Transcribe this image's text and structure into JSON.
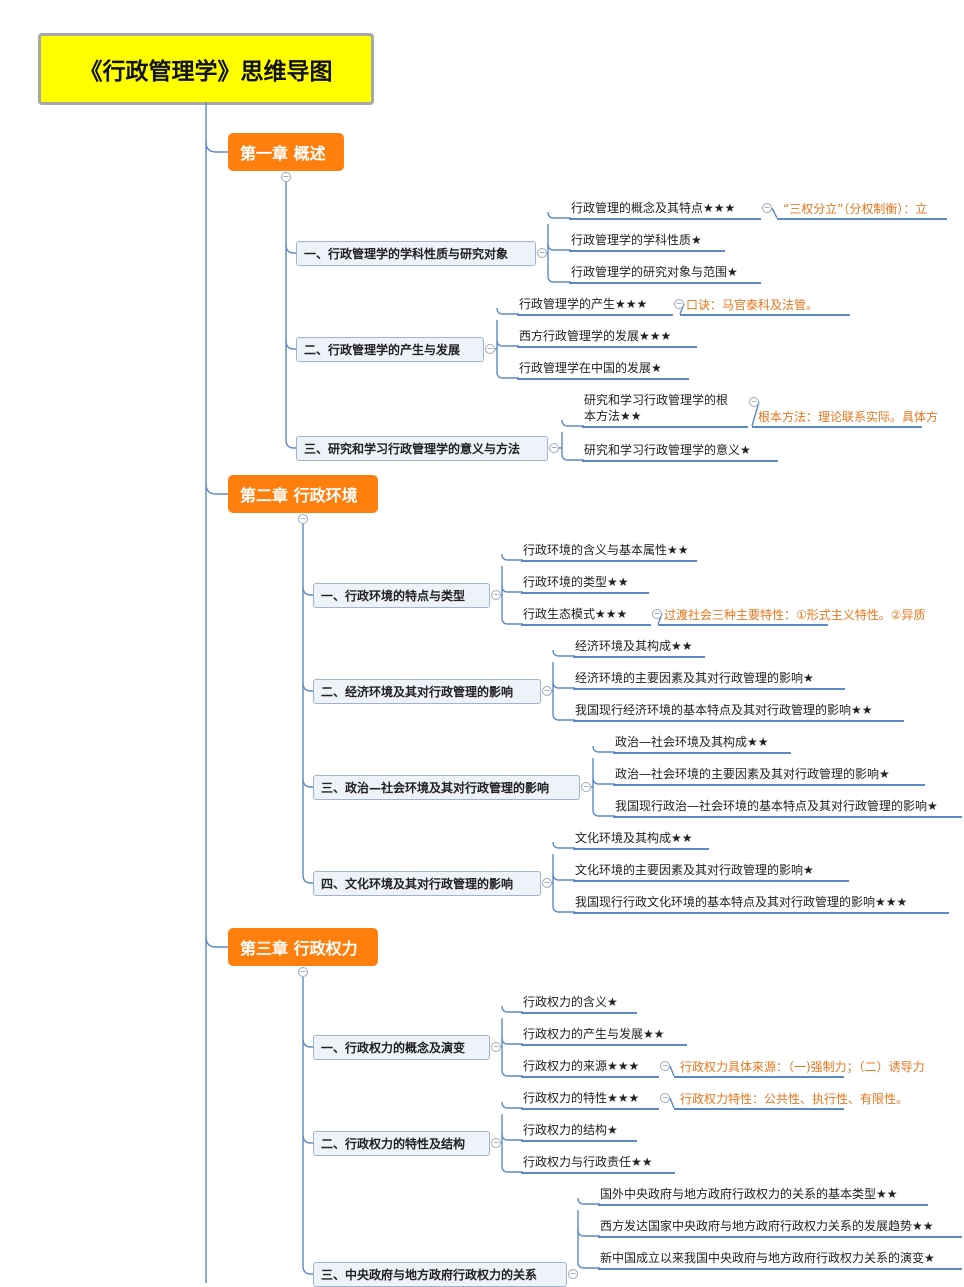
{
  "title": "《行政管理学》思维导图",
  "chapters": [
    {
      "label": "第一章 概述",
      "sections": [
        {
          "label": "一、行政管理学的学科性质与研究对象",
          "items": [
            {
              "label": "行政管理的概念及其特点★★★",
              "note": "“三权分立”（分权制衡）：立"
            },
            {
              "label": "行政管理学的学科性质★",
              "note": ""
            },
            {
              "label": "行政管理学的研究对象与范围★",
              "note": ""
            }
          ]
        },
        {
          "label": "二、行政管理学的产生与发展",
          "items": [
            {
              "label": "行政管理学的产生★★★",
              "note": "口诀：马官泰科及法管。"
            },
            {
              "label": "西方行政管理学的发展★★★",
              "note": ""
            },
            {
              "label": "行政管理学在中国的发展★",
              "note": ""
            }
          ]
        },
        {
          "label": "三、研究和学习行政管理学的意义与方法",
          "items": [
            {
              "label": "研究和学习行政管理学的根本方法★★",
              "note": "根本方法：理论联系实际。具体方"
            },
            {
              "label": "研究和学习行政管理学的意义★",
              "note": ""
            }
          ]
        }
      ]
    },
    {
      "label": "第二章 行政环境",
      "sections": [
        {
          "label": "一、行政环境的特点与类型",
          "items": [
            {
              "label": "行政环境的含义与基本属性★★",
              "note": ""
            },
            {
              "label": "行政环境的类型★★",
              "note": ""
            },
            {
              "label": "行政生态模式★★★",
              "note": "过渡社会三种主要特性：①形式主义特性。②异质"
            }
          ]
        },
        {
          "label": "二、经济环境及其对行政管理的影响",
          "items": [
            {
              "label": "经济环境及其构成★★",
              "note": ""
            },
            {
              "label": "经济环境的主要因素及其对行政管理的影响★",
              "note": ""
            },
            {
              "label": "我国现行经济环境的基本特点及其对行政管理的影响★★",
              "note": ""
            }
          ]
        },
        {
          "label": "三、政治—社会环境及其对行政管理的影响",
          "items": [
            {
              "label": "政治—社会环境及其构成★★",
              "note": ""
            },
            {
              "label": "政治—社会环境的主要因素及其对行政管理的影响★",
              "note": ""
            },
            {
              "label": "我国现行政治—社会环境的基本特点及其对行政管理的影响★",
              "note": ""
            }
          ]
        },
        {
          "label": "四、文化环境及其对行政管理的影响",
          "items": [
            {
              "label": "文化环境及其构成★★",
              "note": ""
            },
            {
              "label": "文化环境的主要因素及其对行政管理的影响★",
              "note": ""
            },
            {
              "label": "我国现行行政文化环境的基本特点及其对行政管理的影响★★★",
              "note": ""
            }
          ]
        }
      ]
    },
    {
      "label": "第三章 行政权力",
      "sections": [
        {
          "label": "一、行政权力的概念及演变",
          "items": [
            {
              "label": "行政权力的含义★",
              "note": ""
            },
            {
              "label": "行政权力的产生与发展★★",
              "note": ""
            },
            {
              "label": "行政权力的来源★★★",
              "note": "行政权力具体来源：（一)强制力；（二）诱导力"
            }
          ]
        },
        {
          "label": "二、行政权力的特性及结构",
          "items": [
            {
              "label": "行政权力的特性★★★",
              "note": "行政权力特性：公共性、执行性、有限性。"
            },
            {
              "label": "行政权力的结构★",
              "note": ""
            },
            {
              "label": "行政权力与行政责任★★",
              "note": ""
            }
          ]
        },
        {
          "label": "三、中央政府与地方政府行政权力的关系",
          "items": [
            {
              "label": "国外中央政府与地方政府行政权力的关系的基本类型★★",
              "note": ""
            },
            {
              "label": "西方发达国家中央政府与地方政府行政权力关系的发展趋势★★",
              "note": ""
            },
            {
              "label": "新中国成立以来我国中央政府与地方政府行政权力关系的演变★",
              "note": ""
            }
          ]
        }
      ]
    }
  ]
}
